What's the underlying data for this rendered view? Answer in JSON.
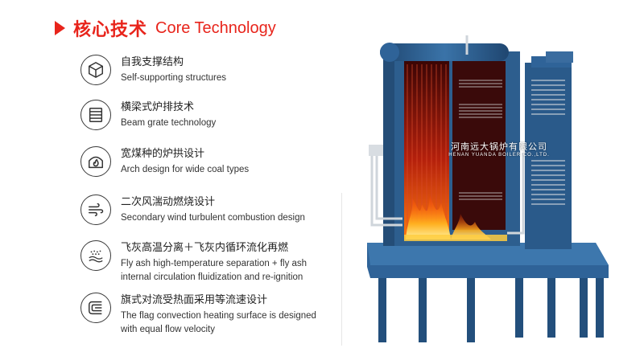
{
  "header": {
    "title_cn": "核心技术",
    "title_en": "Core Technology"
  },
  "features": [
    {
      "icon": "cube-icon",
      "cn": "自我支撑结构",
      "en": [
        "Self-supporting structures"
      ]
    },
    {
      "icon": "grate-icon",
      "cn": "横梁式炉排技术",
      "en": [
        "Beam grate technology"
      ]
    },
    {
      "icon": "arch-flame-icon",
      "cn": "宽煤种的炉拱设计",
      "en": [
        "Arch design for wide coal types"
      ]
    },
    {
      "icon": "wind-icon",
      "cn": "二次风湍动燃烧设计",
      "en": [
        "Secondary wind turbulent combustion design"
      ]
    },
    {
      "icon": "fly-ash-icon",
      "cn": "飞灰高温分离＋飞灰内循环流化再燃",
      "en": [
        "Fly ash high-temperature separation + fly ash",
        "internal circulation fluidization and re-ignition"
      ]
    },
    {
      "icon": "convection-icon",
      "cn": "旗式对流受热面采用等流速设计",
      "en": [
        "The flag convection heating surface is designed",
        "with equal flow velocity"
      ]
    }
  ],
  "watermark": {
    "cn": "河南远大锅炉有限公司",
    "en": "HENAN YUANDA BOILER CO.,LTD."
  },
  "colors": {
    "accent": "#e8241b",
    "boiler_blue": "#2d5e8e",
    "boiler_dark": "#1f4670",
    "fire": "#ff6a00"
  }
}
